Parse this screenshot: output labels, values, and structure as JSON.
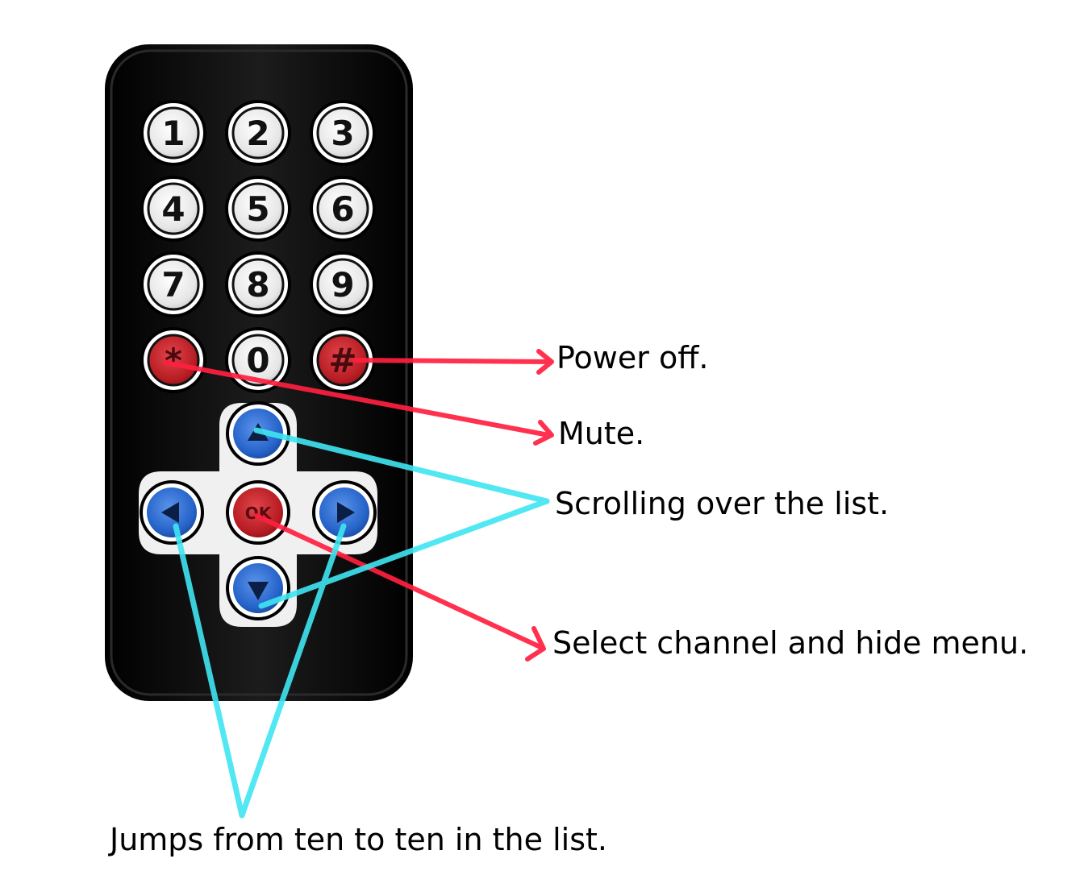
{
  "keys": {
    "numbers": [
      {
        "id": "key-1",
        "label": "1",
        "color": "#f2f2f2"
      },
      {
        "id": "key-2",
        "label": "2",
        "color": "#f2f2f2"
      },
      {
        "id": "key-3",
        "label": "3",
        "color": "#f2f2f2"
      },
      {
        "id": "key-4",
        "label": "4",
        "color": "#f2f2f2"
      },
      {
        "id": "key-5",
        "label": "5",
        "color": "#f2f2f2"
      },
      {
        "id": "key-6",
        "label": "6",
        "color": "#f2f2f2"
      },
      {
        "id": "key-7",
        "label": "7",
        "color": "#f2f2f2"
      },
      {
        "id": "key-8",
        "label": "8",
        "color": "#f2f2f2"
      },
      {
        "id": "key-9",
        "label": "9",
        "color": "#f2f2f2"
      },
      {
        "id": "key-star",
        "label": "*",
        "color": "#c8242b"
      },
      {
        "id": "key-0",
        "label": "0",
        "color": "#f2f2f2"
      },
      {
        "id": "key-hash",
        "label": "#",
        "color": "#c8242b"
      }
    ],
    "ok_label": "OK"
  },
  "callouts": {
    "power_off": "Power off.",
    "mute": "Mute.",
    "scrolling": "Scrolling over the list.",
    "select": "Select channel and hide menu.",
    "jumps": "Jumps from ten to ten in the list."
  },
  "colors": {
    "remote_body": "#0b0b0b",
    "key_white": "#f2f2f2",
    "key_red": "#c8242b",
    "key_blue": "#2f6fd0",
    "arrow_red": "#ff2040",
    "arrow_cyan": "#3fe6f2"
  }
}
